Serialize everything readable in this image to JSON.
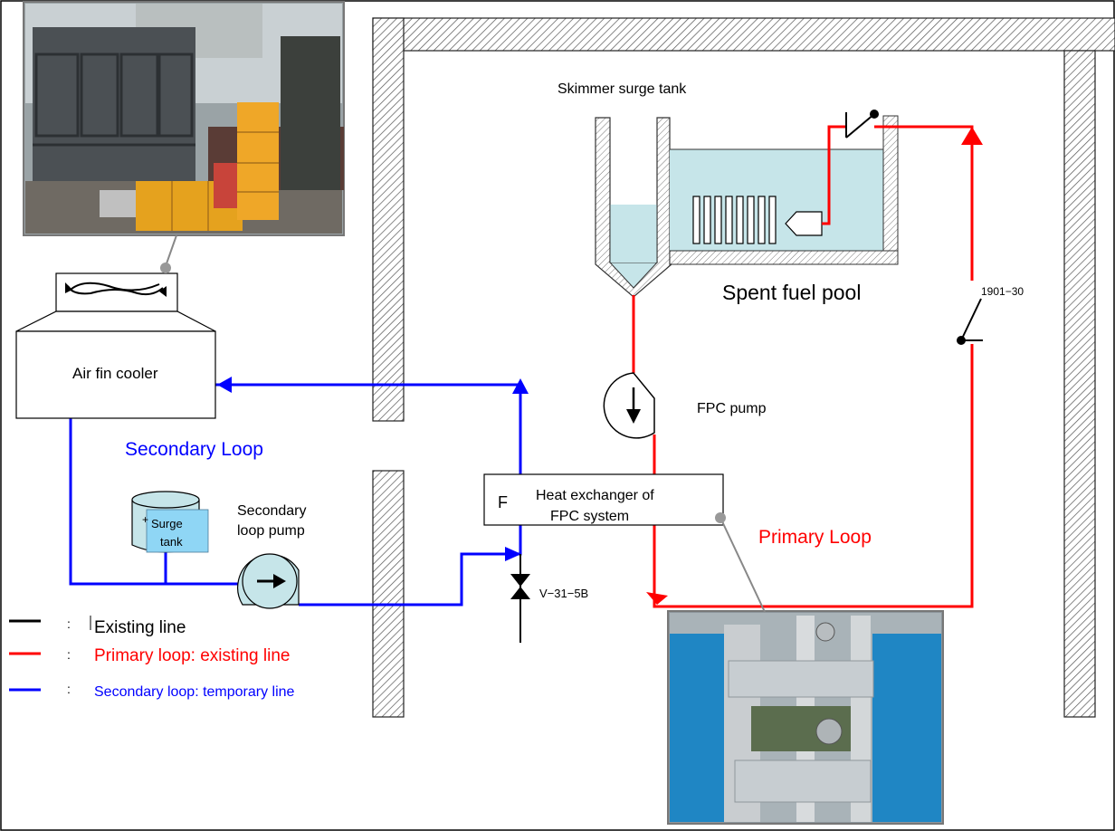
{
  "labels": {
    "skimmer_surge_tank": "Skimmer surge tank",
    "spent_fuel_pool": "Spent fuel pool",
    "air_fin_cooler": "Air fin cooler",
    "fpc_pump": "FPC pump",
    "secondary_loop": "Secondary Loop",
    "primary_loop": "Primary Loop",
    "secondary_pump_line1": "Secondary",
    "secondary_pump_line2": "loop pump",
    "surge_tank_line1": "Surge",
    "surge_tank_line2": "tank",
    "heat_exchanger_line1": "Heat exchanger of",
    "heat_exchanger_line2": "FPC system",
    "hx_partial_letter": "F",
    "valve_v31": "V−31−5B",
    "valve_1901": "1901−30"
  },
  "legend": [
    {
      "label": "Existing line",
      "colon": ":",
      "color": "#000000"
    },
    {
      "label": "Primary loop: existing line",
      "colon": ":",
      "color": "#ff0000"
    },
    {
      "label": "Secondary loop: temporary line",
      "colon": ":",
      "color": "#0000ff"
    }
  ],
  "colors": {
    "primary": "#ff0000",
    "secondary": "#0000ff",
    "water": "#c6e5e9",
    "surge_tank_label_bg": "#8fd6f5"
  },
  "photos": {
    "air_fin_cooler_photo": "photo-air-fin-cooler",
    "heat_exchanger_photo": "photo-heat-exchanger"
  }
}
